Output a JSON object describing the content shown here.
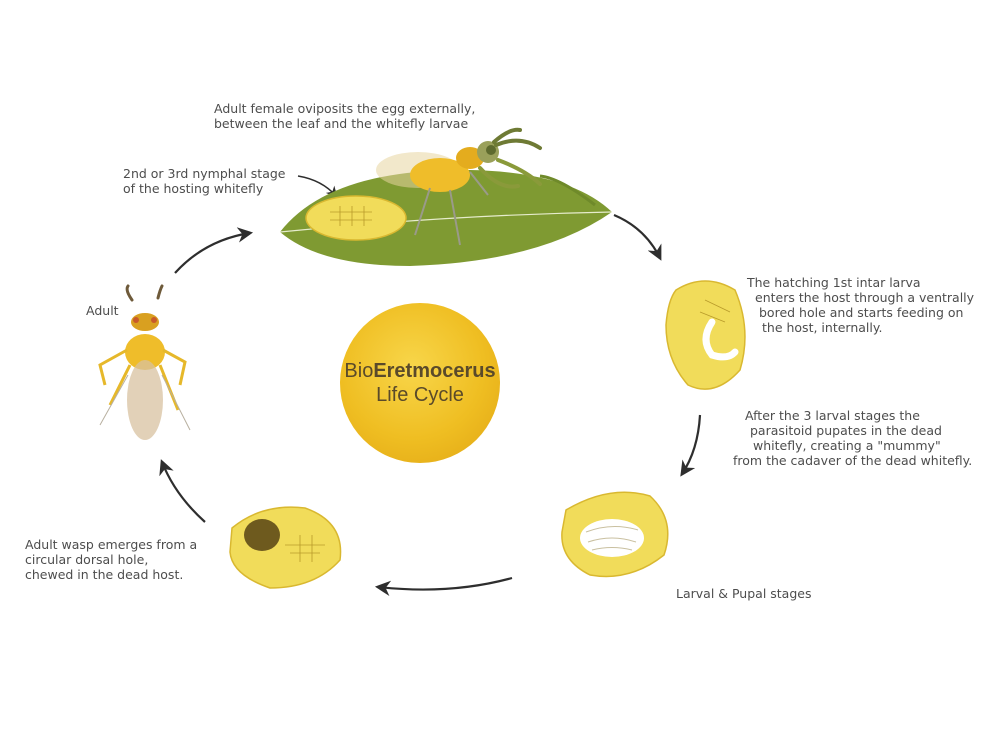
{
  "title": {
    "prefix": "Bio",
    "emphasis": "Eretmocerus",
    "line2": "Life Cycle"
  },
  "labels": {
    "adult_female": [
      "Adult female oviposits the egg externally,",
      "between the leaf and the whitefly larvae"
    ],
    "nymphal_stage": [
      "2nd or 3rd nymphal stage",
      "of the hosting whitefly"
    ],
    "hatching": [
      "The hatching 1st intar larva",
      "enters the host through a ventrally",
      "bored hole and starts feeding on",
      "the host, internally."
    ],
    "pupates": [
      "After the 3 larval stages the",
      "parasitoid pupates in the dead",
      "whitefly, creating a \"mummy\"",
      "from the cadaver of the dead whitefly."
    ],
    "larval_pupal": "Larval & Pupal stages",
    "emerges": [
      "Adult wasp emerges from a",
      "circular dorsal hole,",
      "chewed in the dead host."
    ],
    "adult": "Adult"
  },
  "colors": {
    "leaf": "#7f9a32",
    "host_yellow": "#f1dc5a",
    "host_outline": "#d9b830",
    "center_light": "#f8d64a",
    "center_dark": "#e0a413",
    "arrow": "#2e2e2e"
  }
}
